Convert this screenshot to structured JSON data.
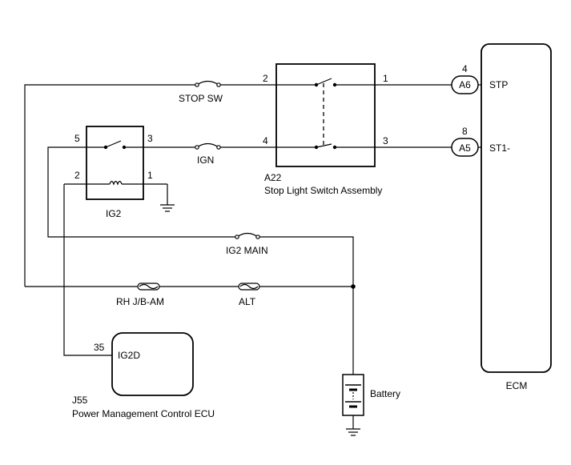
{
  "ecm": {
    "label": "ECM",
    "terminals": [
      {
        "name": "STP",
        "connector": "A6",
        "pin": "4"
      },
      {
        "name": "ST1-",
        "connector": "A5",
        "pin": "8"
      }
    ]
  },
  "stop_light_switch": {
    "code": "A22",
    "label": "Stop Light Switch Assembly",
    "pins": {
      "top_left": "2",
      "top_right": "1",
      "bottom_left": "4",
      "bottom_right": "3"
    }
  },
  "ig2_relay": {
    "label": "IG2",
    "pins": {
      "top_left": "5",
      "top_right": "3",
      "bottom_left": "2",
      "bottom_right": "1"
    }
  },
  "fuses": {
    "stop_sw": "STOP SW",
    "ign": "IGN",
    "ig2_main": "IG2 MAIN",
    "rh_jb_am": "RH J/B-AM",
    "alt": "ALT"
  },
  "pmc_ecu": {
    "code": "J55",
    "label": "Power Management Control ECU",
    "terminal": "IG2D",
    "pin": "35"
  },
  "battery": {
    "label": "Battery"
  }
}
